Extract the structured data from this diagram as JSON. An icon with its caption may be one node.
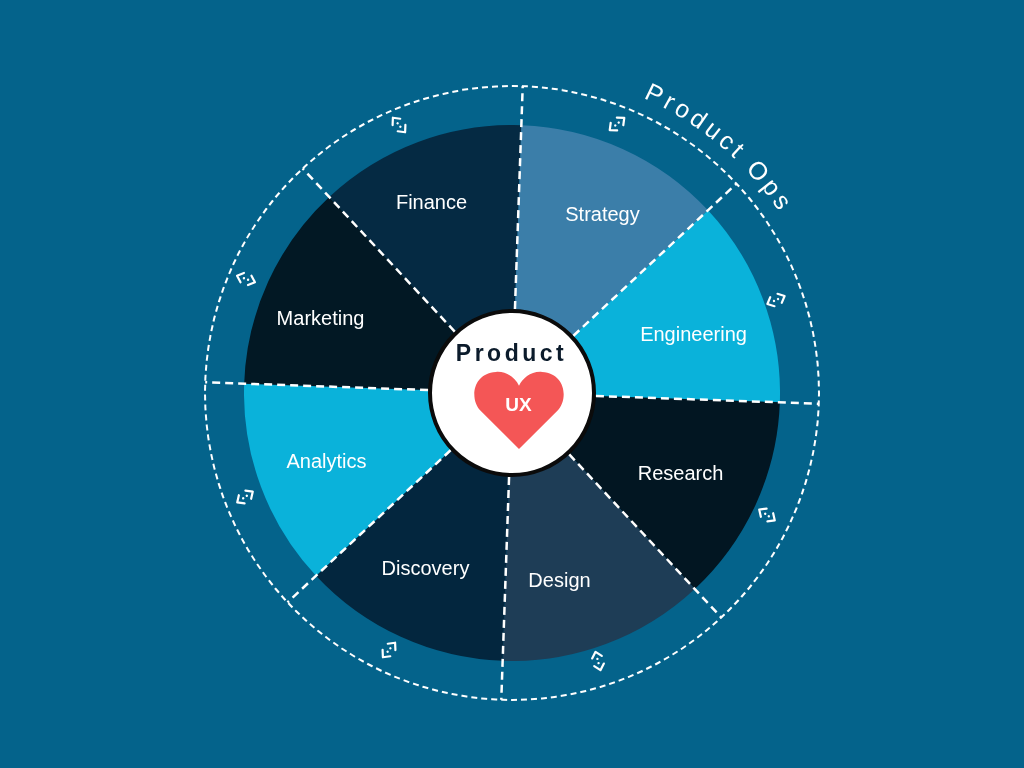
{
  "diagram": {
    "nodes": [
      {
        "text": [
          "Product Ops"
        ]
      },
      {
        "text": [
          "Finance"
        ],
        "in": 0
      },
      {
        "text": [
          "Strategy"
        ],
        "in": 0
      },
      {
        "text": [
          "Engineering"
        ],
        "in": 0
      },
      {
        "text": [
          "Research"
        ],
        "in": 0
      },
      {
        "text": [
          "Design"
        ],
        "in": 0
      },
      {
        "text": [
          "Discovery"
        ],
        "in": 0
      },
      {
        "text": [
          "Analytics"
        ],
        "in": 0
      },
      {
        "text": [
          "Marketing"
        ],
        "in": 0
      },
      {
        "text": [
          "Product"
        ],
        "in": 0
      },
      {
        "text": [
          "UX"
        ],
        "in": 9
      }
    ]
  }
}
